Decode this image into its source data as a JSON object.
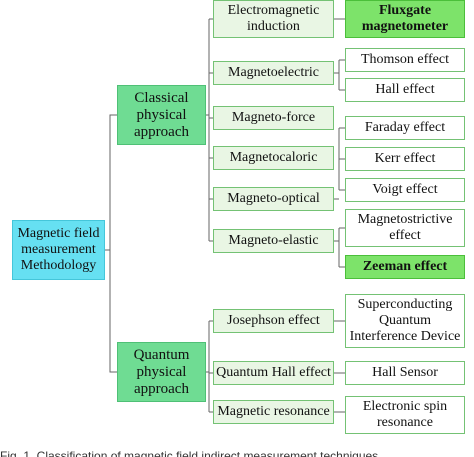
{
  "diagram": {
    "root": "Magnetic field\nmeasurement\nMethodology",
    "classical": "Classical\nphysical\napproach",
    "quantum": "Quantum\nphysical\napproach",
    "methods": {
      "electromagnetic_induction": "Electromagnetic\ninduction",
      "magnetoelectric": "Magnetoelectric",
      "magneto_force": "Magneto-force",
      "magnetocaloric": "Magnetocaloric",
      "magneto_optical": "Magneto-optical",
      "magneto_elastic": "Magneto-elastic",
      "josephson_effect": "Josephson effect",
      "quantum_hall_effect": "Quantum Hall effect",
      "magnetic_resonance": "Magnetic resonance"
    },
    "effects": {
      "fluxgate_magnetometer": "Fluxgate\nmagnetometer",
      "thomson_effect": "Thomson effect",
      "hall_effect": "Hall effect",
      "faraday_effect": "Faraday effect",
      "kerr_effect": "Kerr effect",
      "voigt_effect": "Voigt effect",
      "magnetostrictive_effect": "Magnetostrictive\neffect",
      "zeeman_effect": "Zeeman effect",
      "squid": "Superconducting\nQuantum\nInterference Device",
      "hall_sensor": "Hall Sensor",
      "electronic_spin_resonance": "Electronic spin\nresonance"
    }
  },
  "caption": "Fig. 1.   Classification of magnetic field indirect measurement techniques"
}
